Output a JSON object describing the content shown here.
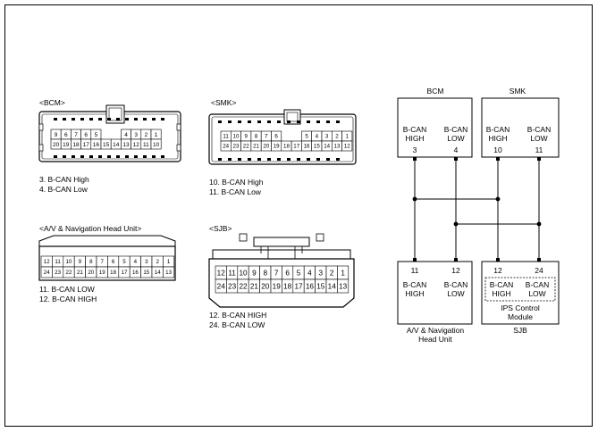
{
  "connectors": {
    "bcm": {
      "title": "<BCM>",
      "top_pins": [
        "9",
        "6",
        "7",
        "6",
        "5",
        "",
        "",
        "4",
        "3",
        "2",
        "1"
      ],
      "bottom_pins": [
        "20",
        "19",
        "18",
        "17",
        "16",
        "15",
        "14",
        "13",
        "12",
        "11",
        "10"
      ],
      "legend": [
        "3. B-CAN High",
        "4. B-CAN Low"
      ]
    },
    "smk": {
      "title": "<SMK>",
      "top_pins": [
        "11",
        "10",
        "9",
        "8",
        "7",
        "6",
        "",
        "",
        "5",
        "4",
        "3",
        "2",
        "1"
      ],
      "bottom_pins": [
        "24",
        "23",
        "22",
        "21",
        "20",
        "19",
        "18",
        "17",
        "16",
        "15",
        "14",
        "13",
        "12"
      ],
      "legend": [
        "10. B-CAN High",
        "11. B-CAN Low"
      ]
    },
    "av": {
      "title": "<A/V & Navigation Head Unit>",
      "top_pins": [
        "12",
        "11",
        "10",
        "9",
        "8",
        "7",
        "6",
        "5",
        "4",
        "3",
        "2",
        "1"
      ],
      "bottom_pins": [
        "24",
        "23",
        "22",
        "21",
        "20",
        "19",
        "18",
        "17",
        "16",
        "15",
        "14",
        "13"
      ],
      "legend": [
        "11. B-CAN LOW",
        "12. B-CAN HIGH"
      ]
    },
    "sjb": {
      "title": "<SJB>",
      "top_pins": [
        "12",
        "11",
        "10",
        "9",
        "8",
        "7",
        "6",
        "5",
        "4",
        "3",
        "2",
        "1"
      ],
      "bottom_pins": [
        "24",
        "23",
        "22",
        "21",
        "20",
        "19",
        "18",
        "17",
        "16",
        "15",
        "14",
        "13"
      ],
      "legend": [
        "12. B-CAN HIGH",
        "24. B-CAN LOW"
      ]
    }
  },
  "schematic": {
    "bcm": {
      "name": "BCM",
      "pin_a": {
        "label": [
          "B-CAN",
          "HIGH"
        ],
        "num": "3"
      },
      "pin_b": {
        "label": [
          "B-CAN",
          "LOW"
        ],
        "num": "4"
      }
    },
    "smk": {
      "name": "SMK",
      "pin_a": {
        "label": [
          "B-CAN",
          "HIGH"
        ],
        "num": "10"
      },
      "pin_b": {
        "label": [
          "B-CAN",
          "LOW"
        ],
        "num": "11"
      }
    },
    "av": {
      "name": [
        "A/V & Navigation",
        "Head Unit"
      ],
      "pin_a": {
        "label": [
          "B-CAN",
          "HIGH"
        ],
        "num": "11"
      },
      "pin_b": {
        "label": [
          "B-CAN",
          "LOW"
        ],
        "num": "12"
      }
    },
    "sjb": {
      "name": "SJB",
      "module": [
        "IPS Control",
        "Module"
      ],
      "pin_a": {
        "label": [
          "B-CAN",
          "HIGH"
        ],
        "num": "12"
      },
      "pin_b": {
        "label": [
          "B-CAN",
          "LOW"
        ],
        "num": "24"
      }
    }
  }
}
